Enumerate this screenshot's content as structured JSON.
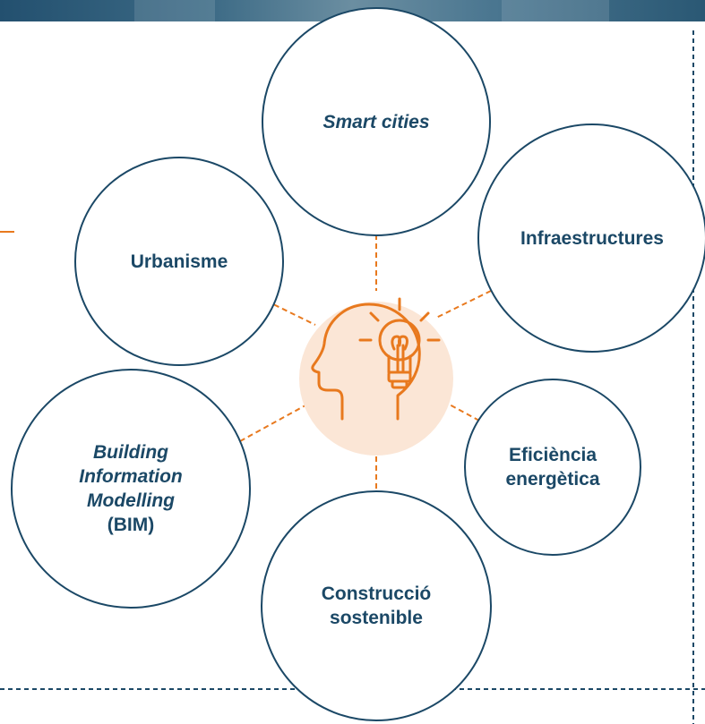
{
  "diagram": {
    "nodes": [
      {
        "id": "smart-cities",
        "line1": "Smart cities",
        "line1_italic": true
      },
      {
        "id": "infraestructures",
        "line1": "Infraestructures"
      },
      {
        "id": "urbanisme",
        "line1": "Urbanisme"
      },
      {
        "id": "eficiencia",
        "line1": "Eficiència",
        "line2": "energètica"
      },
      {
        "id": "construccio",
        "line1": "Construcció",
        "line2": "sostenible"
      },
      {
        "id": "bim",
        "line1": "Building",
        "line2": "Information",
        "line3": "Modelling",
        "line4": "(BIM)"
      }
    ],
    "center_icon": "head-with-lightbulb-icon"
  },
  "colors": {
    "navy": "#1b4866",
    "orange": "#e8791e",
    "hub_fill": "#fbe6d6",
    "banner": "#2e5a78"
  }
}
